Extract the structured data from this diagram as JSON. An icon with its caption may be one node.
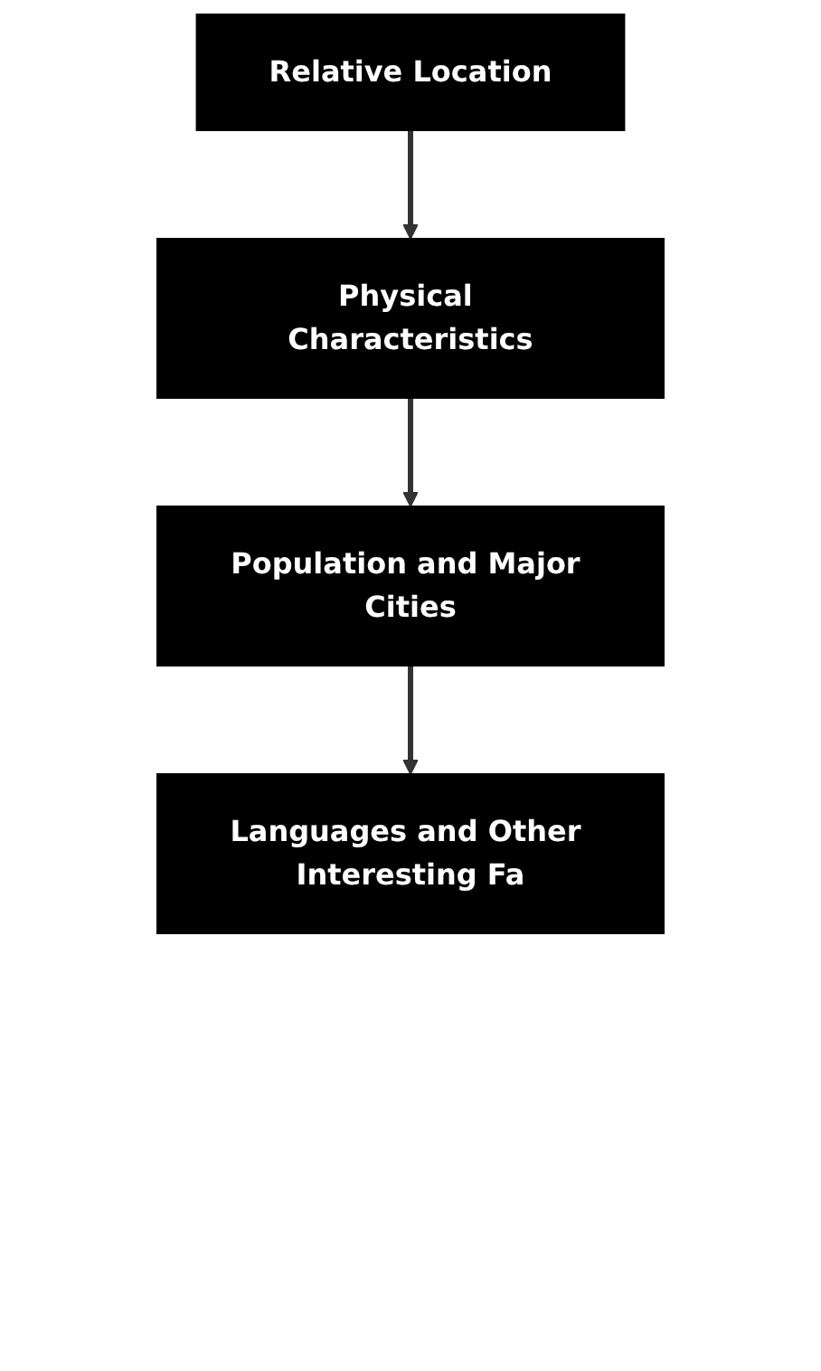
{
  "diagram": {
    "nodes": [
      {
        "text": [
          "Relative Location"
        ]
      },
      {
        "text": [
          "Physical Characteristics"
        ]
      },
      {
        "text": [
          "Population and Major Cities"
        ]
      },
      {
        "text": [
          "Languages and Other Interesting Fa"
        ]
      }
    ],
    "edges": [
      {
        "from": 0,
        "to": 1,
        "arrow": "to"
      },
      {
        "from": 1,
        "to": 2,
        "arrow": "to"
      },
      {
        "from": 2,
        "to": 3,
        "arrow": "to"
      }
    ]
  }
}
